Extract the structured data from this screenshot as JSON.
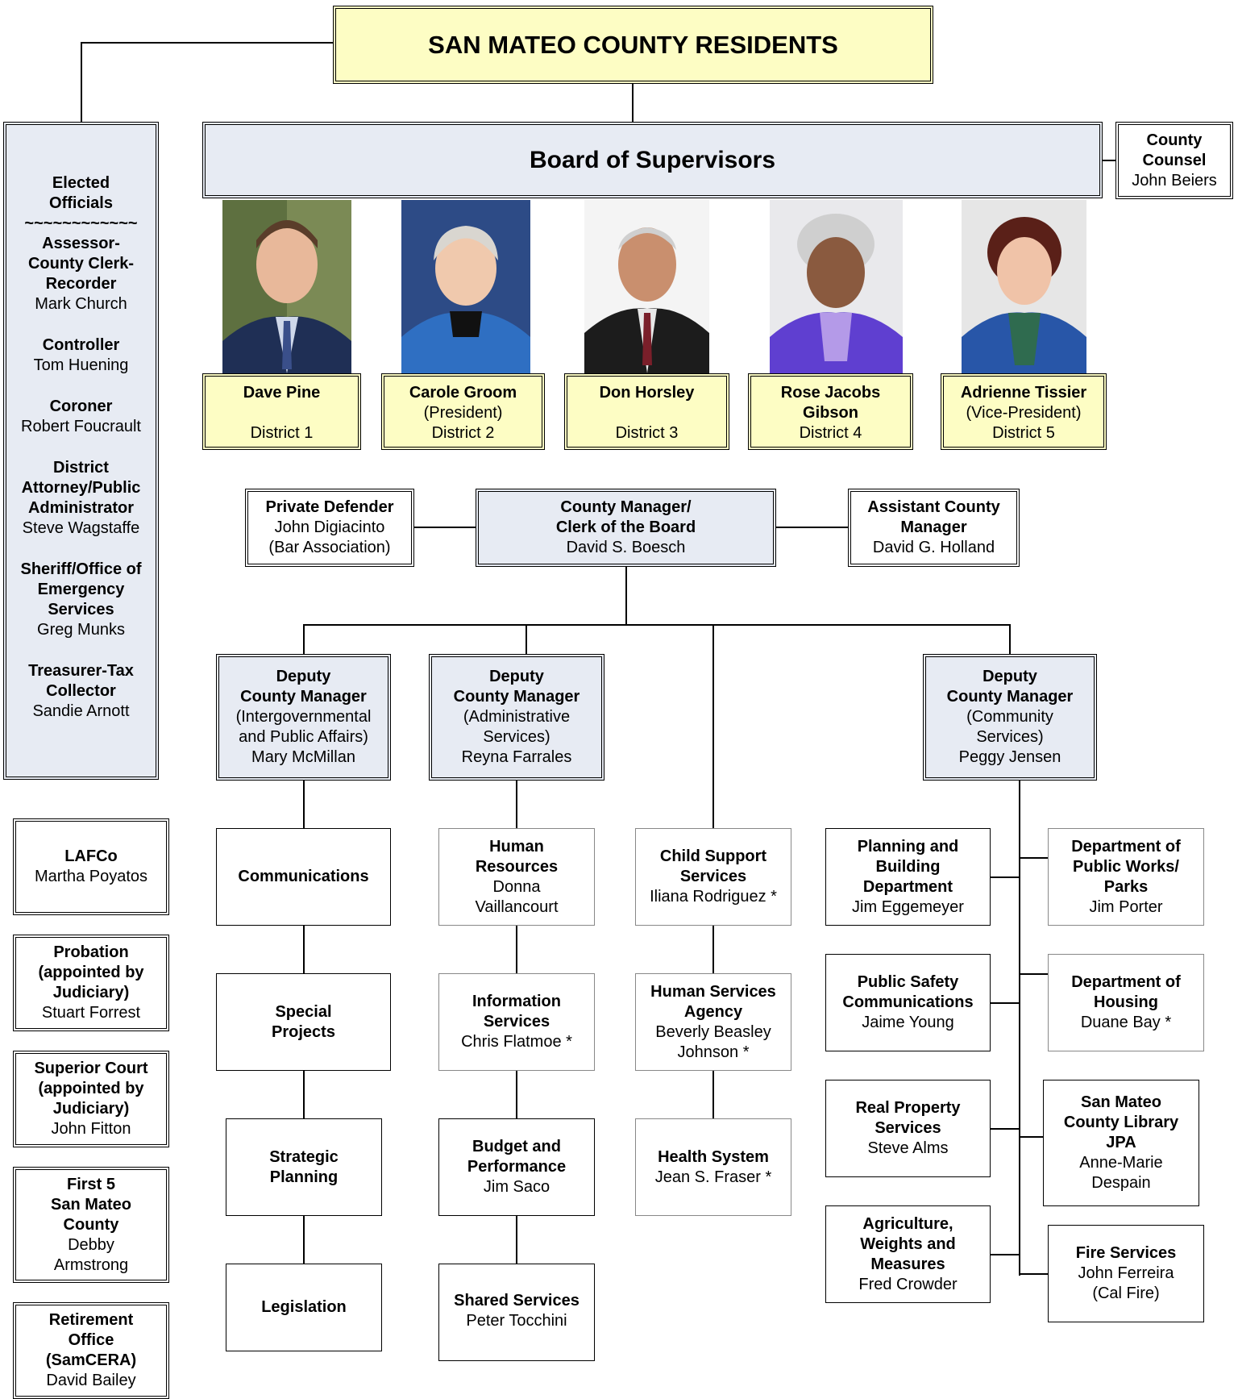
{
  "title": "SAN MATEO COUNTY RESIDENTS",
  "board": {
    "title": "Board of Supervisors"
  },
  "county_counsel": {
    "title_line1": "County",
    "title_line2": "Counsel",
    "name": "John Beiers"
  },
  "supervisors": [
    {
      "name": "Dave Pine",
      "role": "",
      "district": "District 1",
      "photo": "portrait-man-green-bg"
    },
    {
      "name": "Carole Groom",
      "role": "(President)",
      "district": "District 2",
      "photo": "portrait-woman-blue-jacket"
    },
    {
      "name": "Don Horsley",
      "role": "",
      "district": "District 3",
      "photo": "portrait-man-dark-suit"
    },
    {
      "name_line1": "Rose Jacobs",
      "name_line2": "Gibson",
      "district": "District 4",
      "photo": "portrait-woman-purple-jacket"
    },
    {
      "name": "Adrienne Tissier",
      "role": "(Vice-President)",
      "district": "District 5",
      "photo": "portrait-woman-blue-scarf"
    }
  ],
  "elected": {
    "heading1": "Elected",
    "heading2": "Officials",
    "divider": "~~~~~~~~~~~~",
    "officials": [
      {
        "lines": [
          "Assessor-",
          "County Clerk-",
          "Recorder"
        ],
        "name": "Mark Church"
      },
      {
        "lines": [
          "Controller"
        ],
        "name": "Tom Huening"
      },
      {
        "lines": [
          "Coroner"
        ],
        "name": "Robert Foucrault"
      },
      {
        "lines": [
          "District",
          "Attorney/Public",
          "Administrator"
        ],
        "name": "Steve Wagstaffe"
      },
      {
        "lines": [
          "Sheriff/Office of",
          "Emergency",
          "Services"
        ],
        "name": "Greg Munks"
      },
      {
        "lines": [
          "Treasurer-Tax",
          "Collector"
        ],
        "name": "Sandie Arnott"
      }
    ]
  },
  "private_defender": {
    "title": "Private Defender",
    "name": "John Digiacinto",
    "note": "(Bar Association)"
  },
  "county_manager": {
    "title1": "County Manager/",
    "title2": "Clerk of the Board",
    "name": "David S. Boesch"
  },
  "assistant_cm": {
    "title1": "Assistant County",
    "title2": "Manager",
    "name": "David G. Holland"
  },
  "deputies": [
    {
      "t1": "Deputy",
      "t2": "County Manager",
      "l1": "(Intergovernmental",
      "l2": "and Public Affairs)",
      "name": "Mary McMillan"
    },
    {
      "t1": "Deputy",
      "t2": "County Manager",
      "l1": "(Administrative",
      "l2": "Services)",
      "name": "Reyna Farrales"
    },
    {
      "t1": "Deputy",
      "t2": "County Manager",
      "l1": "(Community",
      "l2": "Services)",
      "name": "Peggy Jensen"
    }
  ],
  "col1": [
    {
      "t1": "Communications"
    },
    {
      "t1": "Special",
      "t2": "Projects"
    },
    {
      "t1": "Strategic",
      "t2": "Planning"
    },
    {
      "t1": "Legislation"
    }
  ],
  "col2": [
    {
      "t1": "Human",
      "t2": "Resources",
      "n1": "Donna",
      "n2": "Vaillancourt"
    },
    {
      "t1": "Information",
      "t2": "Services",
      "n1": "Chris Flatmoe *"
    },
    {
      "t1": "Budget and",
      "t2": "Performance",
      "n1": "Jim Saco"
    },
    {
      "t1": "Shared Services",
      "n1": "Peter Tocchini"
    }
  ],
  "col3": [
    {
      "t1": "Child Support",
      "t2": "Services",
      "n1": "Iliana Rodriguez *"
    },
    {
      "t1": "Human Services",
      "t2": "Agency",
      "n1": "Beverly Beasley",
      "n2": "Johnson *"
    },
    {
      "t1": "Health System",
      "n1": "Jean S. Fraser *"
    }
  ],
  "col4": [
    {
      "t1": "Planning and",
      "t2": "Building",
      "t3": "Department",
      "n1": "Jim Eggemeyer"
    },
    {
      "t1": "Public Safety",
      "t2": "Communications",
      "n1": "Jaime Young"
    },
    {
      "t1": "Real Property",
      "t2": "Services",
      "n1": "Steve Alms"
    },
    {
      "t1": "Agriculture,",
      "t2": "Weights and",
      "t3": "Measures",
      "n1": "Fred Crowder"
    }
  ],
  "col5": [
    {
      "t1": "Department of",
      "t2": "Public Works/",
      "t3": "Parks",
      "n1": "Jim Porter"
    },
    {
      "t1": "Department of",
      "t2": "Housing",
      "n1": "Duane Bay *"
    },
    {
      "t1": "San Mateo",
      "t2": "County Library",
      "t3": "JPA",
      "n1": "Anne-Marie",
      "n2": "Despain"
    },
    {
      "t1": "Fire Services",
      "n1": "John Ferreira",
      "n2": "(Cal Fire)"
    }
  ],
  "left_boxes": [
    {
      "t": [
        "LAFCo"
      ],
      "n": [
        "Martha Poyatos"
      ]
    },
    {
      "t": [
        "Probation",
        "(appointed by",
        "Judiciary)"
      ],
      "n": [
        "Stuart Forrest"
      ]
    },
    {
      "t": [
        "Superior Court",
        "(appointed by",
        "Judiciary)"
      ],
      "n": [
        "John Fitton"
      ]
    },
    {
      "t": [
        "First 5",
        "San Mateo",
        "County"
      ],
      "n": [
        "Debby",
        "Armstrong"
      ]
    },
    {
      "t": [
        "Retirement",
        "Office",
        "(SamCERA)"
      ],
      "n": [
        "David Bailey"
      ]
    }
  ]
}
